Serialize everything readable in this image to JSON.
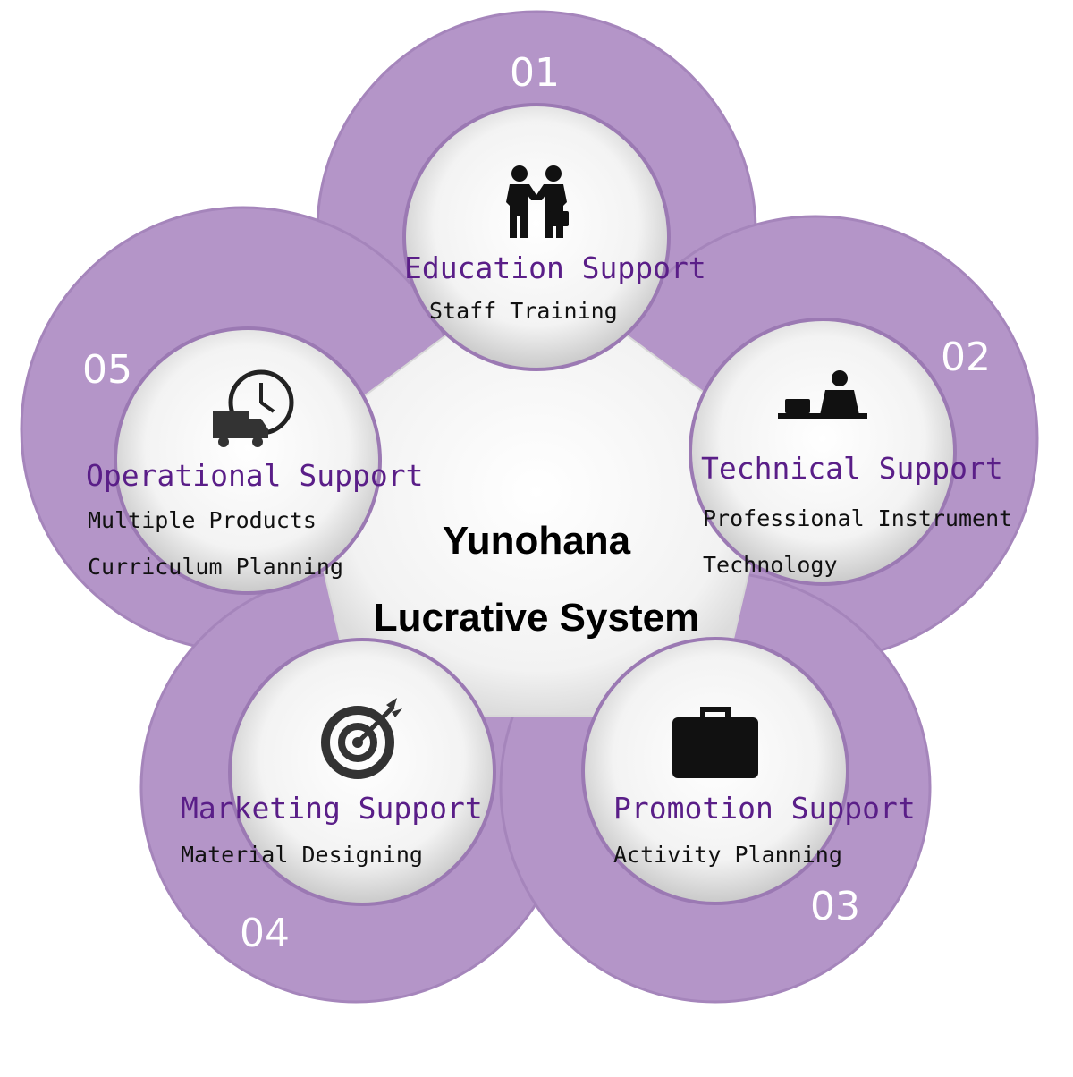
{
  "center": {
    "line1": "Yunohana",
    "line2": "Lucrative System"
  },
  "colors": {
    "ring": "#b495c8",
    "ring_dark": "#9b79b3",
    "title": "#5a1e88",
    "number": "#ffffff"
  },
  "segments": [
    {
      "number": "01",
      "title": "Education Support",
      "lines": [
        "Staff Training"
      ],
      "icon": "handshake-icon"
    },
    {
      "number": "02",
      "title": "Technical Support",
      "lines": [
        "Professional Instrument",
        "Technology"
      ],
      "icon": "desk-person-icon"
    },
    {
      "number": "03",
      "title": "Promotion Support",
      "lines": [
        "Activity Planning"
      ],
      "icon": "briefcase-icon"
    },
    {
      "number": "04",
      "title": "Marketing Support",
      "lines": [
        "Material Designing"
      ],
      "icon": "target-icon"
    },
    {
      "number": "05",
      "title": "Operational Support",
      "lines": [
        "Multiple Products",
        "Curriculum Planning"
      ],
      "icon": "clock-truck-icon"
    }
  ]
}
